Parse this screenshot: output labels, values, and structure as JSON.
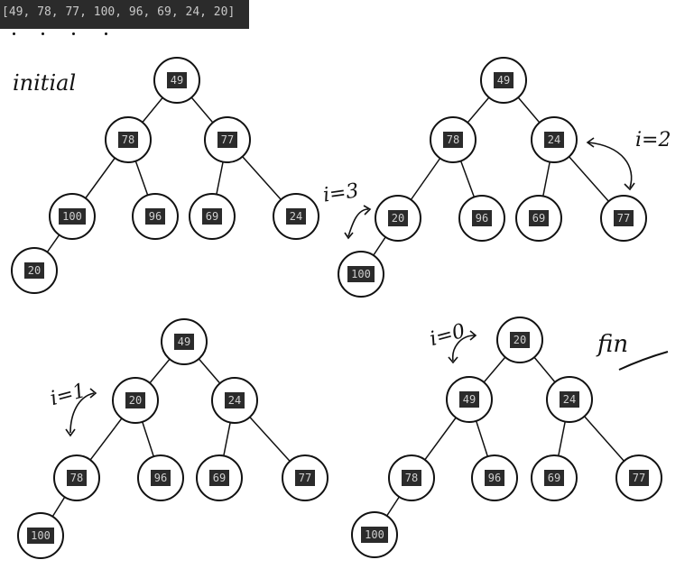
{
  "array_text": "[49, 78, 77, 100, 96, 69, 24, 20]",
  "labels": {
    "initial": "initial",
    "i3": "i=3",
    "i2": "i=2",
    "i1": "i=1",
    "i0": "i=0",
    "fin": "fin"
  },
  "trees": {
    "initial": [
      "49",
      "78",
      "77",
      "100",
      "96",
      "69",
      "24",
      "20"
    ],
    "step_i3_i2": [
      "49",
      "78",
      "24",
      "20",
      "96",
      "69",
      "77",
      "100"
    ],
    "step_i1": [
      "49",
      "20",
      "24",
      "78",
      "96",
      "69",
      "77",
      "100"
    ],
    "final": [
      "20",
      "49",
      "24",
      "78",
      "96",
      "69",
      "77",
      "100"
    ]
  }
}
